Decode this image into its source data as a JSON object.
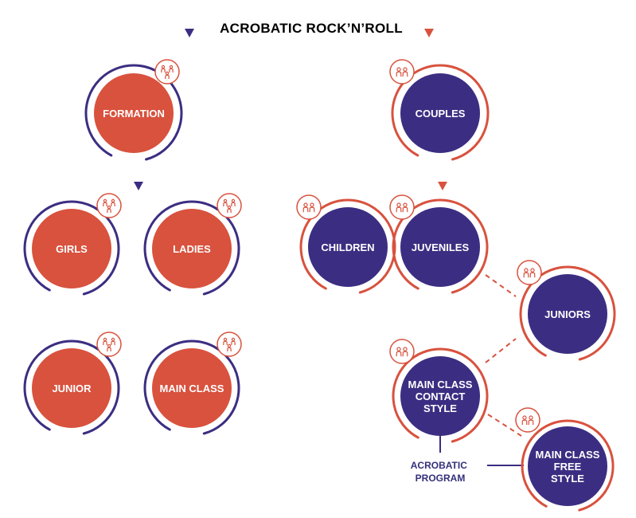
{
  "title": "ACROBATIC ROCK’N’ROLL",
  "colors": {
    "red": "#D8523E",
    "navy": "#3B2E82",
    "red_text": "#D0503A",
    "navy_text": "#33307A",
    "line": "#D8523E"
  },
  "nodes": {
    "formation": {
      "label": [
        "FORMATION"
      ],
      "icon": "group-formation-icon"
    },
    "couples": {
      "label": [
        "COUPLES"
      ],
      "icon": "couple-icon"
    },
    "girls": {
      "label": [
        "GIRLS"
      ],
      "icon": "girls-group-icon"
    },
    "ladies": {
      "label": [
        "LADIES"
      ],
      "icon": "ladies-group-icon"
    },
    "junior": {
      "label": [
        "JUNIOR"
      ],
      "icon": "junior-group-icon"
    },
    "main_class": {
      "label": [
        "MAIN CLASS"
      ],
      "icon": "main-class-group-icon"
    },
    "children": {
      "label": [
        "CHILDREN"
      ],
      "icon": "couple-icon"
    },
    "juveniles": {
      "label": [
        "JUVENILES"
      ],
      "icon": "couple-icon"
    },
    "juniors": {
      "label": [
        "JUNIORS"
      ],
      "icon": "couple-icon"
    },
    "main_class_contact": {
      "label": [
        "MAIN CLASS",
        "CONTACT",
        "STYLE"
      ],
      "icon": "couple-icon"
    },
    "main_class_free": {
      "label": [
        "MAIN CLASS",
        "FREE",
        "STYLE"
      ],
      "icon": "couple-icon"
    }
  },
  "annotation": [
    "ACROBATIC",
    "PROGRAM"
  ]
}
